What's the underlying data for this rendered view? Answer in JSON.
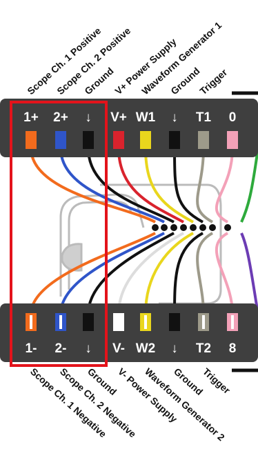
{
  "top_rotated_labels": [
    "Scope Ch. 1 Positive",
    "Scope Ch. 2 Positive",
    "Ground",
    "V+ Power Supply",
    "Waveform Generator 1",
    "Ground",
    "Trigger"
  ],
  "top_pins": [
    "1+",
    "2+",
    "↓",
    "V+",
    "W1",
    "↓",
    "T1",
    "0"
  ],
  "bottom_pins": [
    "1-",
    "2-",
    "↓",
    "V-",
    "W2",
    "↓",
    "T2",
    "8"
  ],
  "bottom_rotated_labels": [
    "Scope Ch. 1 Negative",
    "Scope Ch. 2 Negative",
    "Ground",
    "V- Power Supply",
    "Waveform Generator 2",
    "Ground",
    "Trigger"
  ],
  "colors": {
    "orange": "#f26b1d",
    "blue": "#2f55c9",
    "black": "#111111",
    "red": "#d9232d",
    "yellow": "#e9d61d",
    "gray": "#9d9a8a",
    "pink": "#f3a1b8",
    "green": "#2eaa3c",
    "purple": "#6c3cb4",
    "white": "#ffffff",
    "highlight": "#e3131b",
    "bar": "#3f3f3f"
  }
}
